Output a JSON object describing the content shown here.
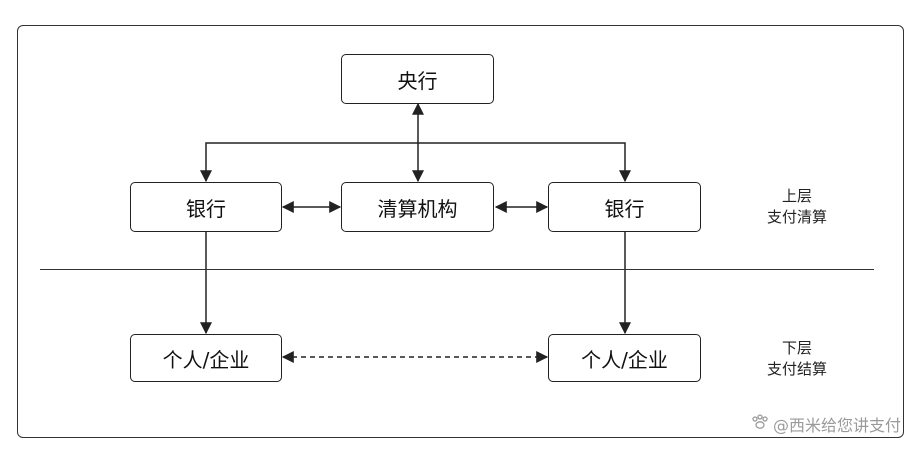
{
  "nodes": {
    "central_bank": "央行",
    "bank_left": "银行",
    "clearing_house": "清算机构",
    "bank_right": "银行",
    "client_left": "个人/企业",
    "client_right": "个人/企业"
  },
  "tiers": {
    "upper_line1": "上层",
    "upper_line2": "支付清算",
    "lower_line1": "下层",
    "lower_line2": "支付结算"
  },
  "watermark": {
    "icon": "paw-icon",
    "text": "@西米给您讲支付"
  },
  "colors": {
    "line": "#222222",
    "watermark": "#9a9a9a"
  }
}
